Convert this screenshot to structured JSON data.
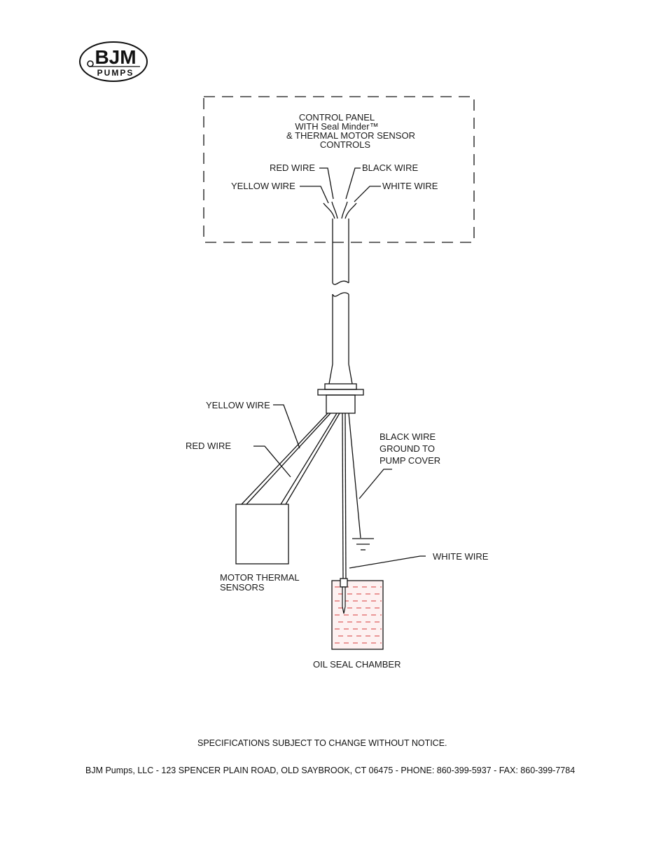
{
  "logo": {
    "name": "BJM",
    "sub": "PUMPS"
  },
  "panel": {
    "lines": [
      "CONTROL PANEL",
      "WITH Seal Minder™",
      "& THERMAL MOTOR SENSOR",
      "CONTROLS"
    ],
    "red_wire": "RED WIRE",
    "black_wire": "BLACK WIRE",
    "yellow_wire": "YELLOW WIRE",
    "white_wire": "WHITE WIRE"
  },
  "lower": {
    "yellow_wire": "YELLOW WIRE",
    "red_wire": "RED WIRE",
    "black_wire_lines": [
      "BLACK WIRE",
      "GROUND TO",
      "PUMP COVER"
    ],
    "white_wire": "WHITE WIRE",
    "motor_lines": [
      "MOTOR THERMAL",
      "SENSORS"
    ],
    "oil": "OIL SEAL CHAMBER"
  },
  "colors": {
    "oil_dash": "#d83a3a",
    "oil_fill": "#fdf1f1"
  },
  "footer": {
    "notice": "SPECIFICATIONS SUBJECT TO CHANGE WITHOUT NOTICE.",
    "address": "BJM Pumps, LLC - 123 SPENCER PLAIN ROAD, OLD SAYBROOK, CT 06475 - PHONE: 860-399-5937 - FAX: 860-399-7784"
  }
}
